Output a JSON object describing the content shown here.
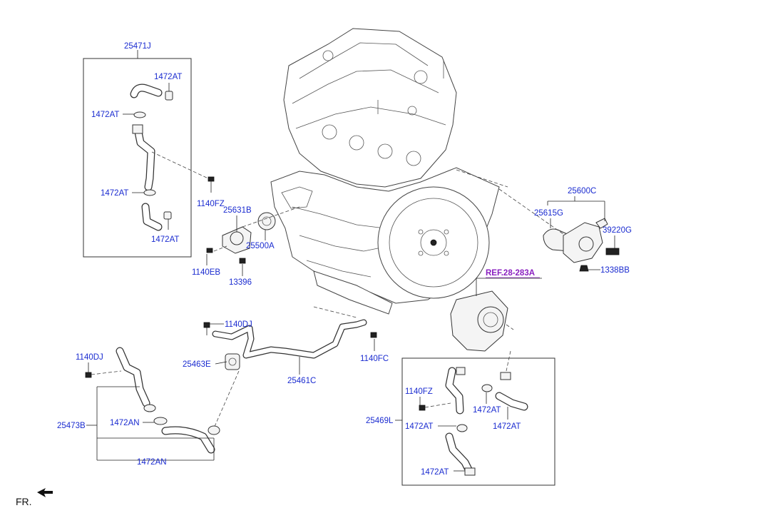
{
  "labels": {
    "p25471J": "25471J",
    "p1472AT_a": "1472AT",
    "p1472AT_b": "1472AT",
    "p1472AT_c": "1472AT",
    "p1472AT_d": "1472AT",
    "p1140FZ_a": "1140FZ",
    "p25631B": "25631B",
    "p25500A": "25500A",
    "p1140EB": "1140EB",
    "p13396": "13396",
    "p25600C": "25600C",
    "p25615G": "25615G",
    "p39220G": "39220G",
    "p1338BB": "1338BB",
    "p1140DJ_a": "1140DJ",
    "p1140DJ_b": "1140DJ",
    "p25463E": "25463E",
    "p25461C": "25461C",
    "p1140FC": "1140FC",
    "p25473B": "25473B",
    "p1472AN_a": "1472AN",
    "p1472AN_b": "1472AN",
    "p25469L": "25469L",
    "p1140FZ_b": "1140FZ",
    "p1472AT_e": "1472AT",
    "p1472AT_f": "1472AT",
    "p1472AT_g": "1472AT",
    "p1472AT_h": "1472AT"
  },
  "reference": "REF.28-283A",
  "front_marker": "FR.",
  "colors": {
    "label": "#1a2bd0",
    "reference": "#8a1fc0",
    "line": "#333333"
  }
}
